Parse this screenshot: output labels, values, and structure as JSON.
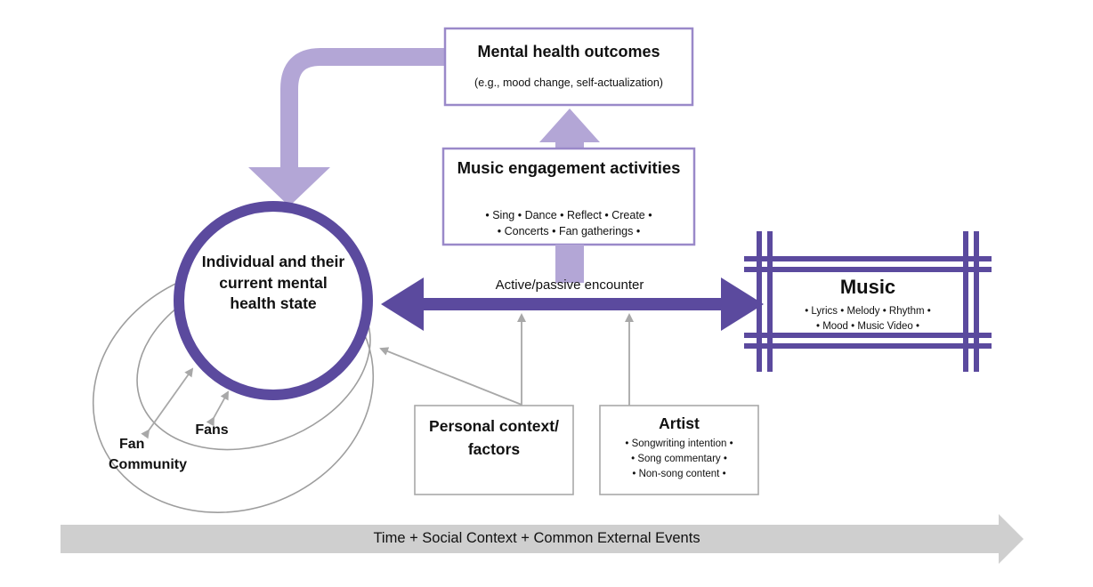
{
  "outcomes": {
    "title": "Mental health outcomes",
    "subtitle": "(e.g., mood change, self-actualization)"
  },
  "engagement": {
    "title": "Music engagement activities",
    "items_line1": "• Sing • Dance • Reflect • Create •",
    "items_line2": "• Concerts • Fan gatherings •"
  },
  "individual": {
    "label": "Individual and their current mental health state"
  },
  "encounter": {
    "label": "Active/passive encounter"
  },
  "music": {
    "title": "Music",
    "items_line1": "• Lyrics • Melody • Rhythm •",
    "items_line2": "• Mood • Music Video •"
  },
  "personal": {
    "label": "Personal context/ factors"
  },
  "artist": {
    "title": "Artist",
    "items_line1": "• Songwriting intention •",
    "items_line2": "• Song commentary •",
    "items_line3": "• Non-song content •"
  },
  "fans": {
    "fans_label": "Fans",
    "community_label_line1": "Fan",
    "community_label_line2": "Community"
  },
  "timeline": {
    "label": "Time + Social Context + Common External Events"
  },
  "colors": {
    "purple_dark": "#5b4a9e",
    "purple_light": "#b3a6d6",
    "box_border": "#9a89c9",
    "gray_arrow": "#a8a8a8",
    "gray_bar": "#cfcfcf"
  }
}
